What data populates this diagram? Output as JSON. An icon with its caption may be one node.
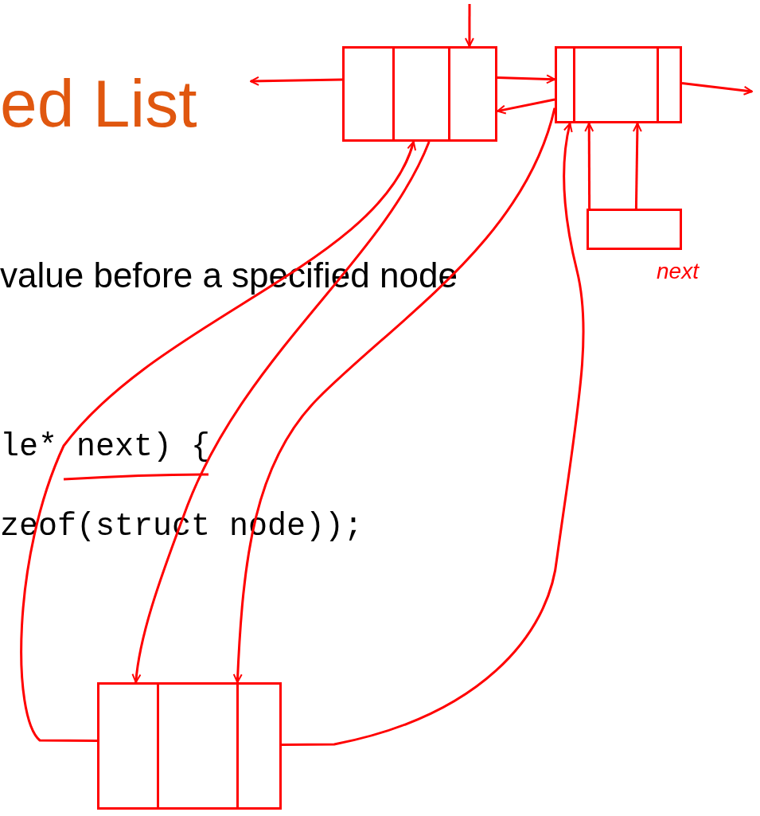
{
  "diagram": {
    "title": "ed List",
    "nodes": [
      {
        "text": [],
        "shape": "box"
      },
      {
        "text": [],
        "shape": "box"
      },
      {
        "text": [],
        "shape": "box",
        "beside": [
          "next"
        ]
      },
      {
        "text": [],
        "shape": "box"
      }
    ],
    "edges": [
      {
        "from": null,
        "to": 0,
        "arrow": "to"
      },
      {
        "from": 0,
        "to": null,
        "arrow": "to"
      },
      {
        "from": 1,
        "to": null,
        "arrow": "to"
      },
      {
        "from": 0,
        "to": 1,
        "arrow": "to"
      },
      {
        "from": 1,
        "to": 0,
        "arrow": "to"
      },
      {
        "from": 2,
        "to": 1,
        "arrow": "to"
      },
      {
        "from": 2,
        "to": 1,
        "arrow": "to"
      },
      {
        "from": 3,
        "to": 0,
        "arrow": "to"
      },
      {
        "from": 0,
        "to": 3,
        "arrow": "to"
      },
      {
        "from": 1,
        "to": 3,
        "arrow": "to"
      },
      {
        "from": 3,
        "to": 1,
        "arrow": "to"
      }
    ],
    "labels": [
      "value before a specified node",
      "le* next) {",
      "zeof(struct node));"
    ]
  }
}
